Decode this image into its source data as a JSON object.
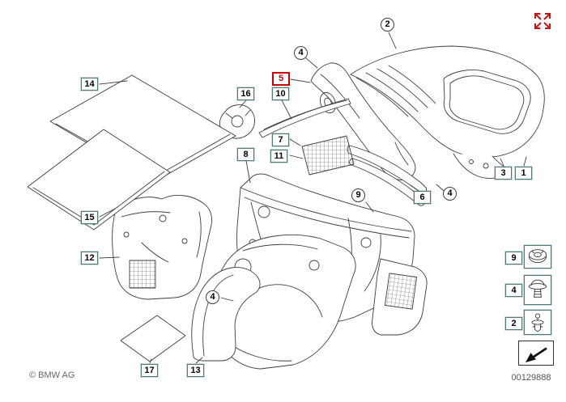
{
  "page": {
    "copyright": "© BMW AG",
    "diagram_number": "00129888"
  },
  "callouts": [
    {
      "label": "14",
      "shape": "square",
      "selected": false
    },
    {
      "label": "15",
      "shape": "square",
      "selected": false
    },
    {
      "label": "12",
      "shape": "square",
      "selected": false
    },
    {
      "label": "16",
      "shape": "square",
      "selected": false
    },
    {
      "label": "10",
      "shape": "square",
      "selected": false
    },
    {
      "label": "5",
      "shape": "square",
      "selected": true
    },
    {
      "label": "4",
      "shape": "circle",
      "selected": false
    },
    {
      "label": "2",
      "shape": "circle",
      "selected": false
    },
    {
      "label": "7",
      "shape": "square",
      "selected": false
    },
    {
      "label": "11",
      "shape": "square",
      "selected": false
    },
    {
      "label": "8",
      "shape": "square",
      "selected": false
    },
    {
      "label": "9",
      "shape": "circle",
      "selected": false
    },
    {
      "label": "6",
      "shape": "square",
      "selected": false
    },
    {
      "label": "4",
      "shape": "circle",
      "selected": false
    },
    {
      "label": "3",
      "shape": "square",
      "selected": false
    },
    {
      "label": "1",
      "shape": "square",
      "selected": false
    },
    {
      "label": "4",
      "shape": "circle",
      "selected": false
    },
    {
      "label": "17",
      "shape": "square",
      "selected": false
    },
    {
      "label": "13",
      "shape": "square",
      "selected": false
    }
  ],
  "legend": [
    {
      "label": "9",
      "icon": "plastic-nut-icon"
    },
    {
      "label": "4",
      "icon": "grommet-icon"
    },
    {
      "label": "2",
      "icon": "expanding-rivet-icon"
    }
  ],
  "colors": {
    "callout_border": "#4e7a7a",
    "selected_red": "#cc0000",
    "line_art": "#3d3d3d"
  }
}
